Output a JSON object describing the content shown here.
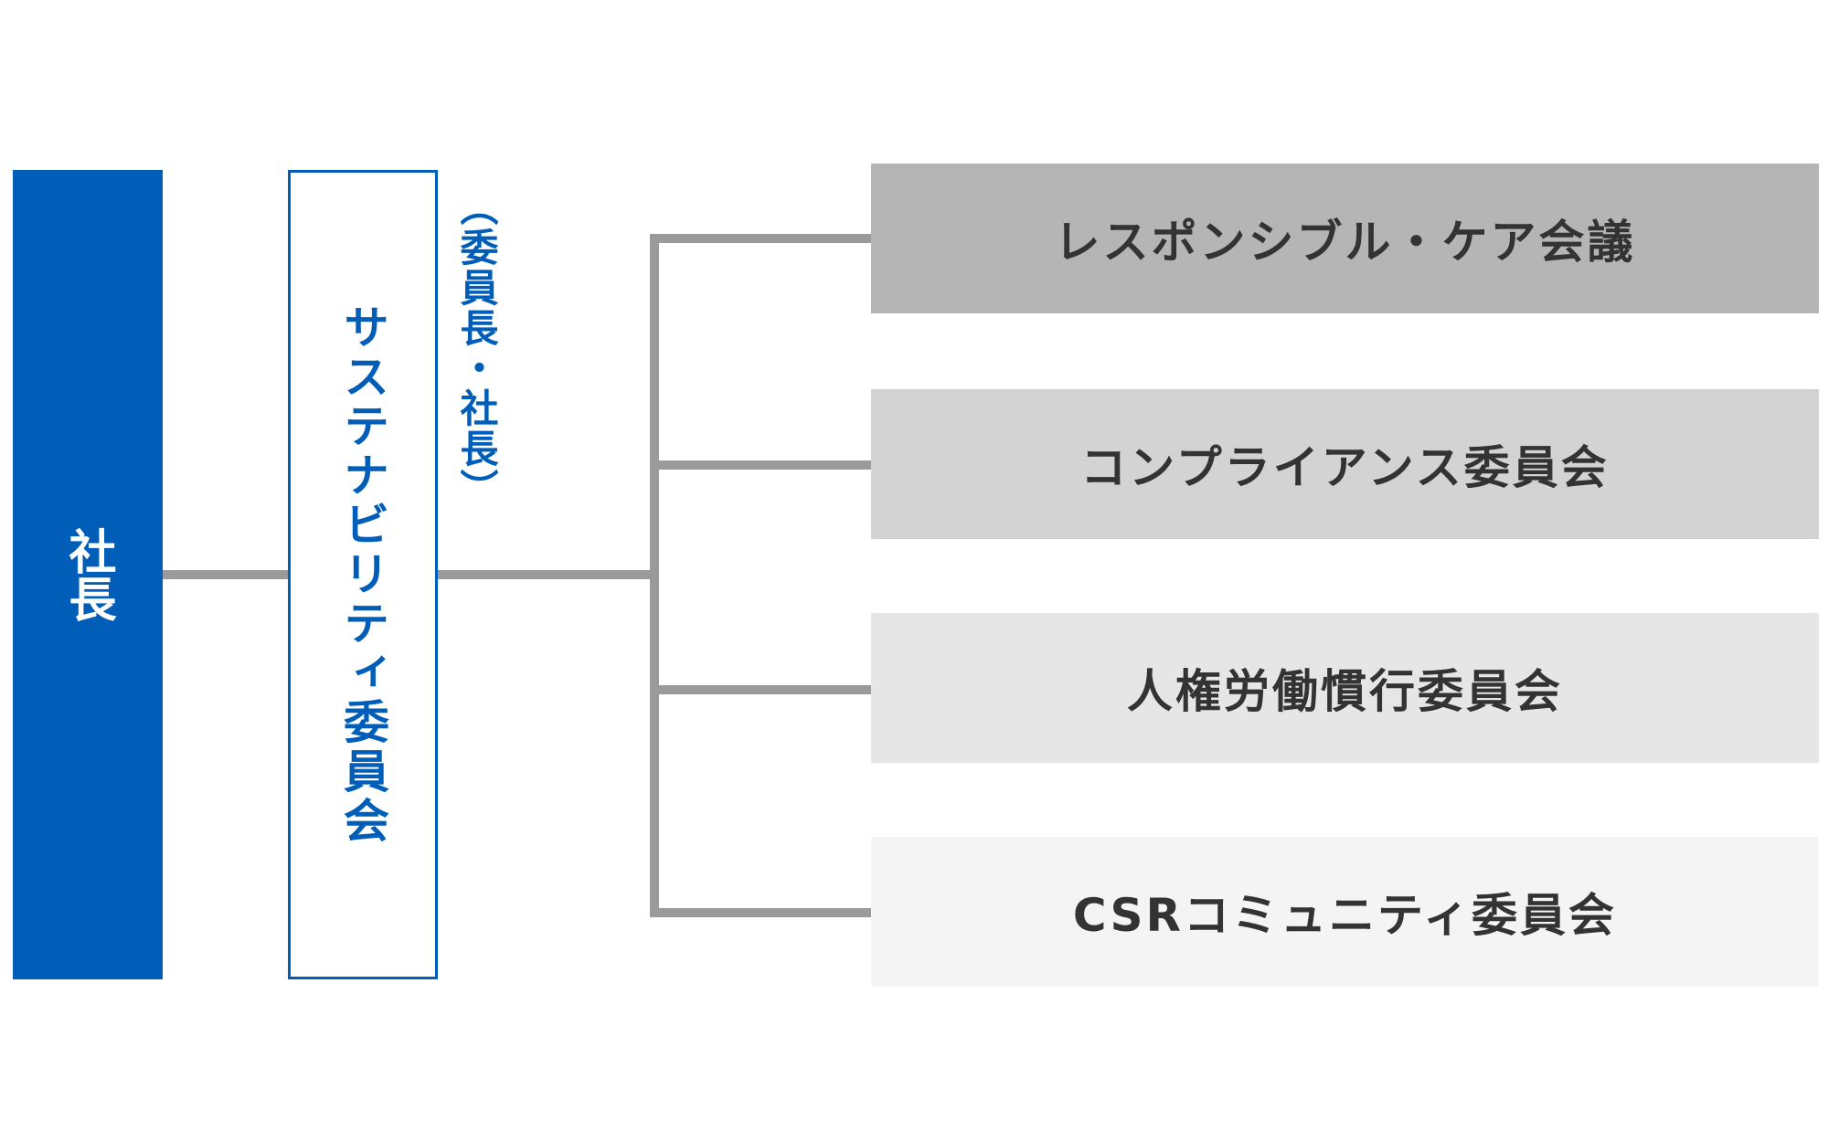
{
  "president": {
    "label": "社長"
  },
  "committee": {
    "label": "サステナビリティ委員会",
    "note": "（委員長・社長）"
  },
  "subcommittees": [
    {
      "label": "レスポンシブル・ケア会議",
      "color": "#b5b5b5"
    },
    {
      "label": "コンプライアンス委員会",
      "color": "#d3d3d3"
    },
    {
      "label": "人権労働慣行委員会",
      "color": "#e6e6e6"
    },
    {
      "label": "CSRコミュニティ委員会",
      "color": "#f4f4f4"
    }
  ],
  "colors": {
    "accent": "#005eb8",
    "line": "#9a9a9a",
    "text": "#333333"
  }
}
